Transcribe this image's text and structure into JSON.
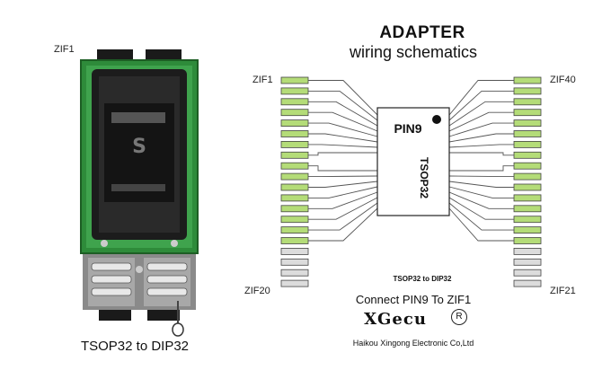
{
  "labels": {
    "zif1_photo": "ZIF1",
    "zif1": "ZIF1",
    "zif20": "ZIF20",
    "zif40": "ZIF40",
    "zif21": "ZIF21"
  },
  "title": "ADAPTER",
  "subtitle": "wiring schematics",
  "chip": {
    "pin_label": "PIN9",
    "name": "TSOP32"
  },
  "caption_small": "TSOP32  to DIP32",
  "connect_note": "Connect PIN9  To ZIF1",
  "brand": "XGecu",
  "registered_mark": "R",
  "company": "Haikou Xingong Electronic Co,Ltd",
  "photo_caption": "TSOP32  to DIP32",
  "colors": {
    "pad_green": "#b4dc78",
    "pad_gray": "#dcdcdc",
    "pcb_green": "#2e8b3a",
    "socket_black": "#1c1c1c"
  }
}
